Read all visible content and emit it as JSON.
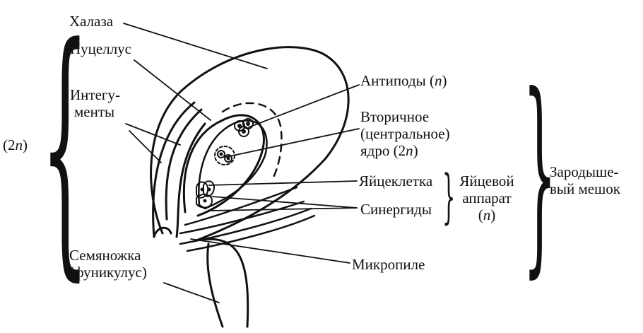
{
  "labels": {
    "chalaza": "Халаза",
    "nucellus": "Нуцеллус",
    "integuments_1": "Интегу-",
    "integuments_2": "менты",
    "ploidy_left": "(2",
    "ploidy_left_n": "n",
    "ploidy_left_close": ")",
    "antipodes": "Антиподы (",
    "antipodes_n": "n",
    "antipodes_close": ")",
    "secondary_1": "Вторичное",
    "secondary_2": "(центральное)",
    "secondary_3": "ядро (2",
    "secondary_3_n": "n",
    "secondary_3_close": ")",
    "egg_cell": "Яйцеклетка",
    "synergids": "Синергиды",
    "egg_apparatus_1": "Яйцевой",
    "egg_apparatus_2": "аппарат",
    "egg_apparatus_3_open": "(",
    "egg_apparatus_3_n": "n",
    "egg_apparatus_3_close": ")",
    "embryo_sac_1": "Зародыше-",
    "embryo_sac_2": "вый мешок",
    "micropyle": "Микропиле",
    "funiculus_1": "Семяножка",
    "funiculus_2": "(фуникулус)"
  },
  "colors": {
    "ink": "#111111",
    "background": "#ffffff"
  }
}
